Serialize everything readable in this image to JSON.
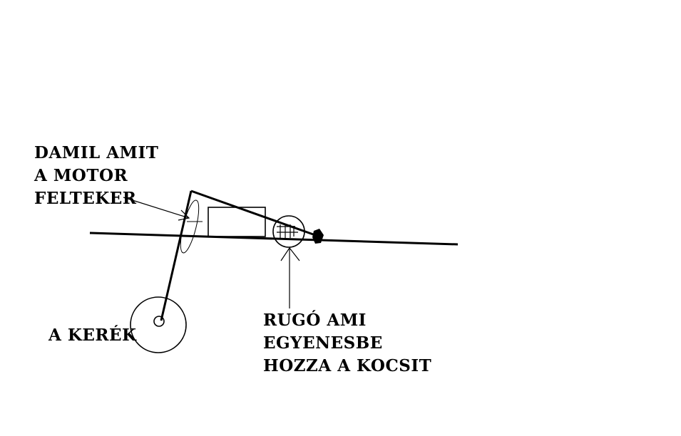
{
  "labels": {
    "damil": [
      "DAMIL AMIT",
      "A MOTOR",
      "FELTEKER"
    ],
    "kerek": "A KERÉK",
    "rugo": [
      "RUGÓ AMI",
      "EGYENESBE",
      "HOZZA A KOCSIT"
    ]
  },
  "colors": {
    "ink": "#000000",
    "background": "#ffffff"
  }
}
